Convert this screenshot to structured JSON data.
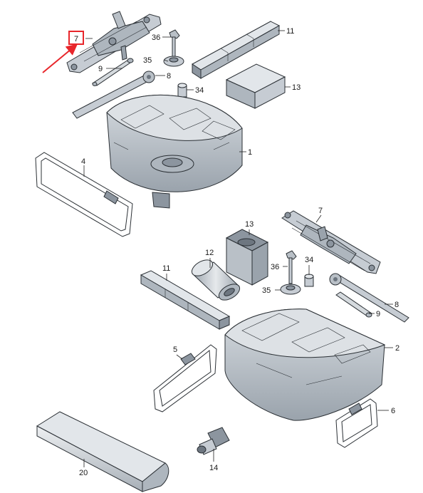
{
  "callouts": {
    "p1": "1",
    "p2": "2",
    "p4": "4",
    "p5": "5",
    "p6": "6",
    "p7_top": "7",
    "p7_bottom": "7",
    "p8_top": "8",
    "p8_bottom": "8",
    "p9_top": "9",
    "p9_bottom": "9",
    "p11_top": "11",
    "p11_bottom": "11",
    "p12": "12",
    "p13_top": "13",
    "p13_bottom": "13",
    "p14": "14",
    "p20": "20",
    "p34_top": "34",
    "p34_bottom": "34",
    "p35_top": "35",
    "p35_bottom": "35",
    "p36_top": "36",
    "p36_bottom": "36"
  },
  "colors": {
    "part_fill": "#c6ccd3",
    "part_dark": "#8c959f",
    "part_light": "#e2e6ea",
    "highlight_box": "#e8262b",
    "arrow": "#e8262b",
    "line": "#2b3035"
  }
}
